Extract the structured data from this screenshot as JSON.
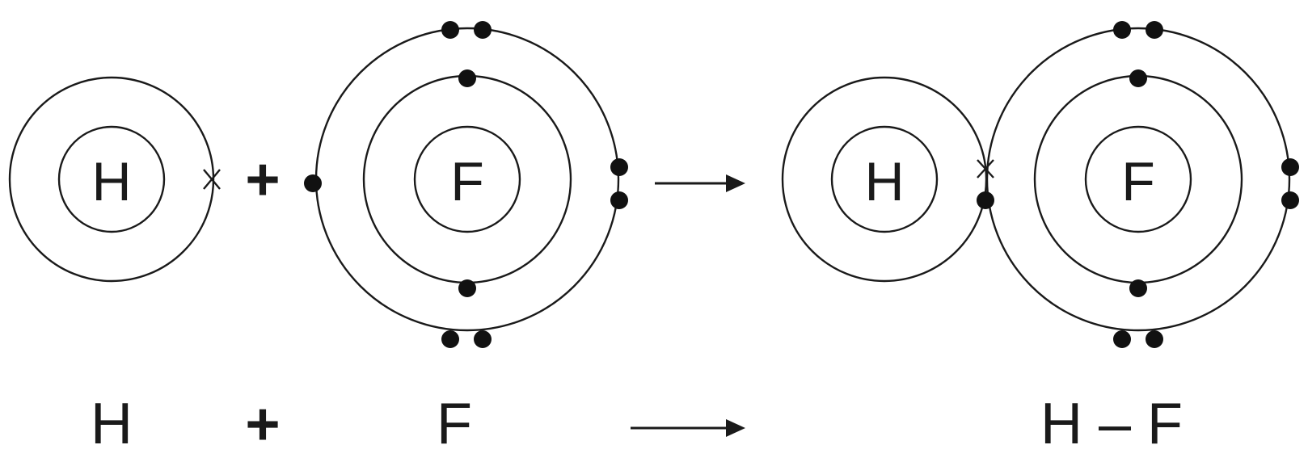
{
  "diagram": {
    "reactants": {
      "hydrogen_symbol": "H",
      "fluorine_symbol": "F",
      "plus": "+"
    },
    "product": {
      "hydrogen_symbol": "H",
      "fluorine_symbol": "F"
    },
    "equation": {
      "left": "H",
      "plus": "+",
      "middle": "F",
      "product": "H – F"
    },
    "colors": {
      "line": "#1a1a1a",
      "electron": "#111111",
      "background": "#ffffff"
    }
  }
}
